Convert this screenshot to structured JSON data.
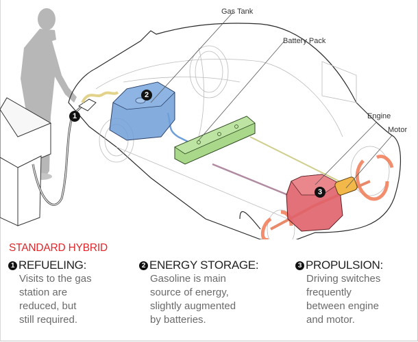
{
  "diagram": {
    "title": "STANDARD HYBRID",
    "callouts": {
      "gas_tank": "Gas Tank",
      "battery_pack": "Battery Pack",
      "engine": "Engine",
      "motor": "Motor"
    },
    "badges": [
      "1",
      "2",
      "3"
    ],
    "sections": [
      {
        "number": "1",
        "heading": "REFUELING:",
        "lines": [
          "Visits to the gas",
          "station are",
          "reduced, but",
          "still required."
        ]
      },
      {
        "number": "2",
        "heading": "ENERGY STORAGE:",
        "lines": [
          "Gasoline is main",
          "source of energy,",
          "slightly augmented",
          "by batteries."
        ]
      },
      {
        "number": "3",
        "heading": "PROPULSION:",
        "lines": [
          "Driving switches",
          "frequently",
          "between engine",
          "and motor."
        ]
      }
    ],
    "colors": {
      "title_red": "#e0262a",
      "gas_tank_blue": "#6f9fd8",
      "battery_green": "#a9d88a",
      "engine_red": "#e0626a",
      "motor_yellow": "#f2b84a",
      "rotation_orange": "#f07a55",
      "person_gray": "#b3b3b3"
    }
  }
}
